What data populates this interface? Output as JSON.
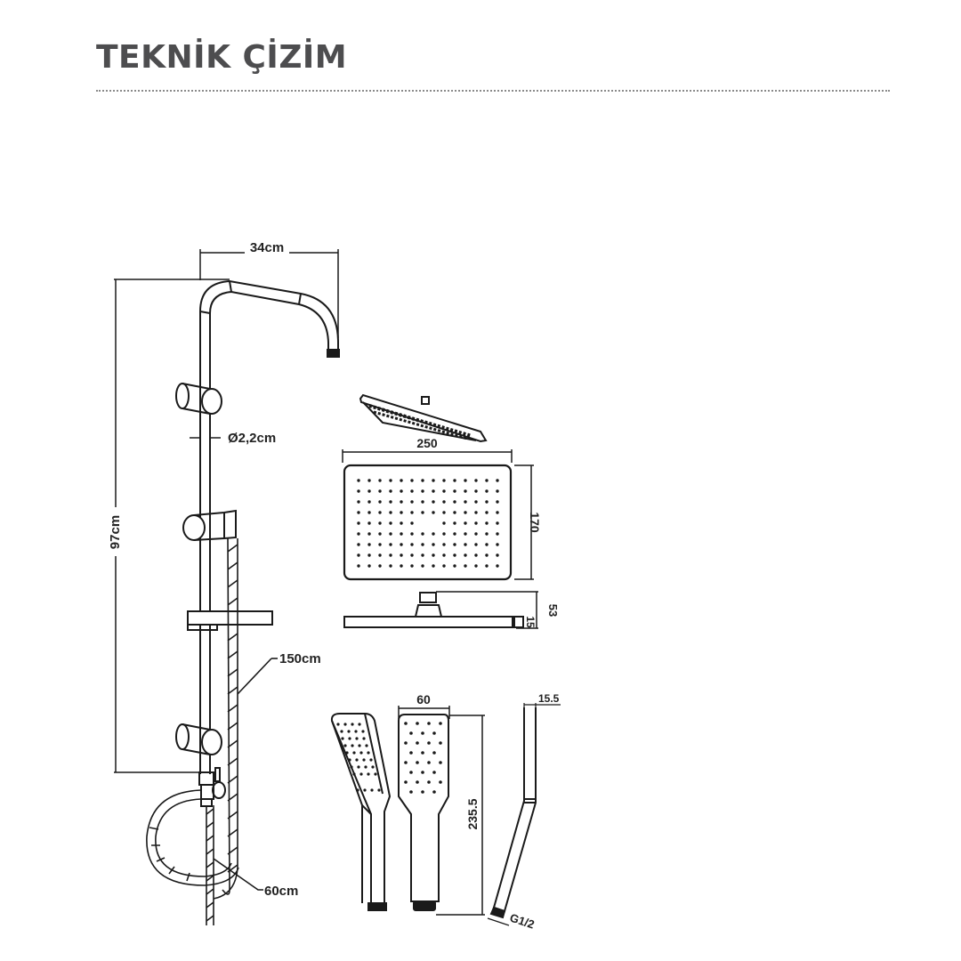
{
  "header": {
    "title": "TEKNİK ÇİZİM"
  },
  "dimensions": {
    "arm_width": "34cm",
    "pipe_diameter": "Ø2,2cm",
    "bar_height": "97cm",
    "long_hose": "150cm",
    "short_hose": "60cm",
    "head_width": "250",
    "head_depth": "170",
    "head_total_height": "53",
    "head_thickness": "15",
    "hand_width": "60",
    "hand_length": "235.5",
    "hand_thickness": "15.5",
    "thread": "G1/2"
  },
  "colors": {
    "line": "#1a1a1a",
    "title": "#4d4d4f",
    "rule": "#8a8a8a"
  }
}
